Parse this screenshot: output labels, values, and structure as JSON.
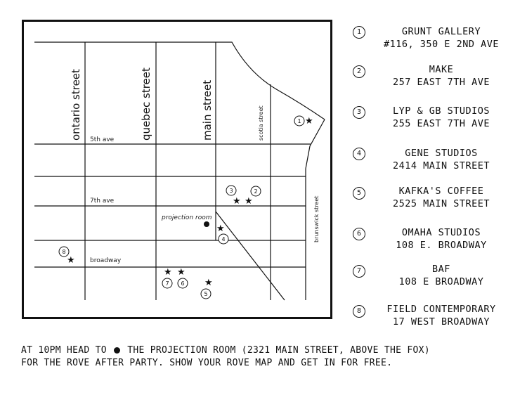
{
  "map": {
    "streets_vertical": {
      "ontario": "ontario street",
      "quebec": "quebec street",
      "main": "main street",
      "scotia": "scotia street",
      "brunswick": "brunswick street"
    },
    "streets_horizontal": {
      "fifth": "5th ave",
      "seventh": "7th ave",
      "broadway": "broadway"
    },
    "projection_room_label": "projection room",
    "markers": [
      "1",
      "2",
      "3",
      "4",
      "5",
      "6",
      "7",
      "8"
    ]
  },
  "legend": [
    {
      "number": "1",
      "name": "GRUNT GALLERY",
      "address": "#116, 350 E 2ND AVE"
    },
    {
      "number": "2",
      "name": "MAKE",
      "address": "257 EAST 7TH AVE"
    },
    {
      "number": "3",
      "name": "LYP & GB STUDIOS",
      "address": "255 EAST 7TH AVE"
    },
    {
      "number": "4",
      "name": "GENE STUDIOS",
      "address": "2414 MAIN STREET"
    },
    {
      "number": "5",
      "name": "KAFKA'S COFFEE",
      "address": "2525 MAIN STREET"
    },
    {
      "number": "6",
      "name": "OMAHA STUDIOS",
      "address": "108 E. BROADWAY"
    },
    {
      "number": "7",
      "name": "BAF",
      "address": "108 E BROADWAY"
    },
    {
      "number": "8",
      "name": "FIELD CONTEMPORARY",
      "address": "17 WEST BROADWAY"
    }
  ],
  "footer": {
    "line1_before": "AT 10PM HEAD TO",
    "line1_after": "THE PROJECTION ROOM (2321 MAIN STREET, ABOVE THE FOX)",
    "line2": "FOR THE ROVE AFTER PARTY. SHOW YOUR ROVE MAP AND GET IN FOR FREE."
  }
}
